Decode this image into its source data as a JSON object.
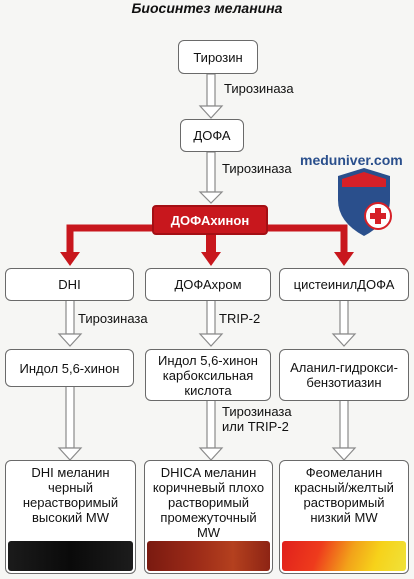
{
  "title": "Биосинтез меланина",
  "watermark": "meduniver.com",
  "nodes": {
    "tyrosine": "Тирозин",
    "dopa": "ДОФА",
    "dopaquinone": "ДОФАхинон",
    "dhi": "DHI",
    "dopachrome": "ДОФАхром",
    "cysteinyldopa": "цистеинилДОФА",
    "indole_quinone": "Индол 5,6-хинон",
    "indole_carboxylic": "Индол 5,6-хинон карбоксильная кислота",
    "alanyl": "Аланил-гидрокси-бензотиазин"
  },
  "enzymes": {
    "e1": "Тирозиназа",
    "e2": "Тирозиназа",
    "e3": "Тирозиназа",
    "e4": "TRIP-2",
    "e5": "Тирозиназа или TRIP-2"
  },
  "products": {
    "p1": "DHI меланин черный нерастворимый высокий MW",
    "p2": "DHICA меланин коричневый плохо растворимый промежуточный MW",
    "p3": "Феомеланин красный/желтый растворимый низкий MW"
  },
  "colors": {
    "accent_red": "#c8171d",
    "shield_blue": "#2a4f8c",
    "arrow_gray": "#9a9a9a"
  }
}
